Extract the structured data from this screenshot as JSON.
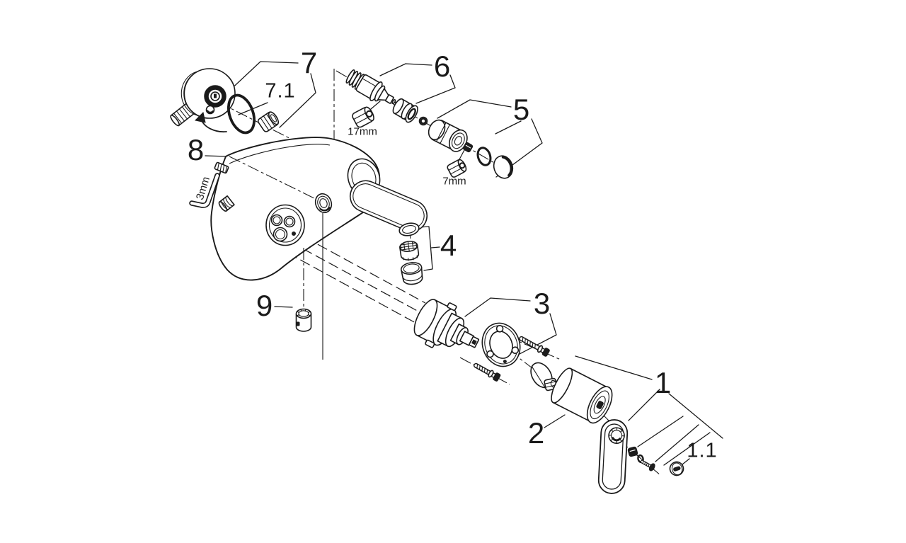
{
  "diagram": {
    "type": "exploded-parts-diagram",
    "background": "#ffffff",
    "line_color": "#1a1a1a",
    "labels": {
      "p7": "7",
      "p7_1": "7.1",
      "p6": "6",
      "p5": "5",
      "p8": "8",
      "p9": "9",
      "p4": "4",
      "p3": "3",
      "p2": "2",
      "p1": "1",
      "p1_1": "1.1",
      "tool_17mm": "17mm",
      "tool_7mm": "7mm",
      "tool_3mm": "3mm"
    }
  }
}
